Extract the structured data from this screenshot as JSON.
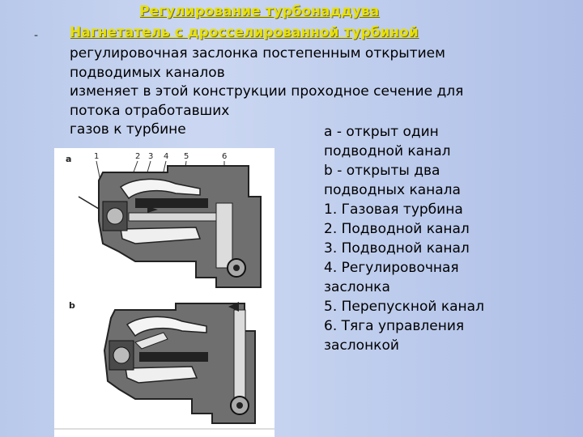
{
  "slide": {
    "title": "Регулирование турбонаддува",
    "bullet_marker": "-",
    "subtitle": "Нагнетатель с дросселированной турбиной",
    "body_lines": [
      "регулировочная заслонка постепенным открытием",
      "подводимых  каналов",
      "изменяет в этой конструкции проходное сечение для",
      "потока отработавших",
      "газов к турбине"
    ],
    "legend_lines": [
      "а - открыт один",
      "подводной канал",
      "b - открыты два",
      "подводных канала",
      "1. Газовая турбина",
      "2. Подводной канал",
      "3. Подводной канал",
      "4. Регулировочная",
      "заслонка",
      "5. Перепускной канал",
      "6. Тяга управления",
      "заслонкой"
    ]
  },
  "figure": {
    "label_a": "a",
    "label_b": "b",
    "callouts": [
      "1",
      "2",
      "3",
      "4",
      "5",
      "6"
    ]
  }
}
